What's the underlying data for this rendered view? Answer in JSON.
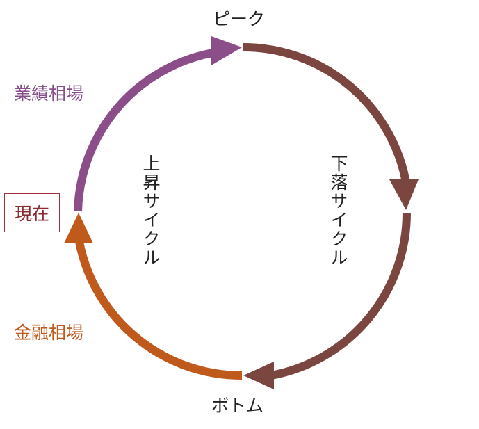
{
  "labels": {
    "peak": "ピーク",
    "bottom": "ボトム",
    "gyoseki": "業績相場",
    "kinyu": "金融相場",
    "current": "現在",
    "rising": "上昇サイクル",
    "falling": "下落サイクル"
  },
  "colors": {
    "falling_arc": "#7b4540",
    "rising_top_arc": "#8c4e88",
    "rising_bottom_arc": "#c05a1c",
    "gyoseki_text": "#874f8c",
    "kinyu_text": "#c0591a",
    "current_border": "#a0333a"
  }
}
